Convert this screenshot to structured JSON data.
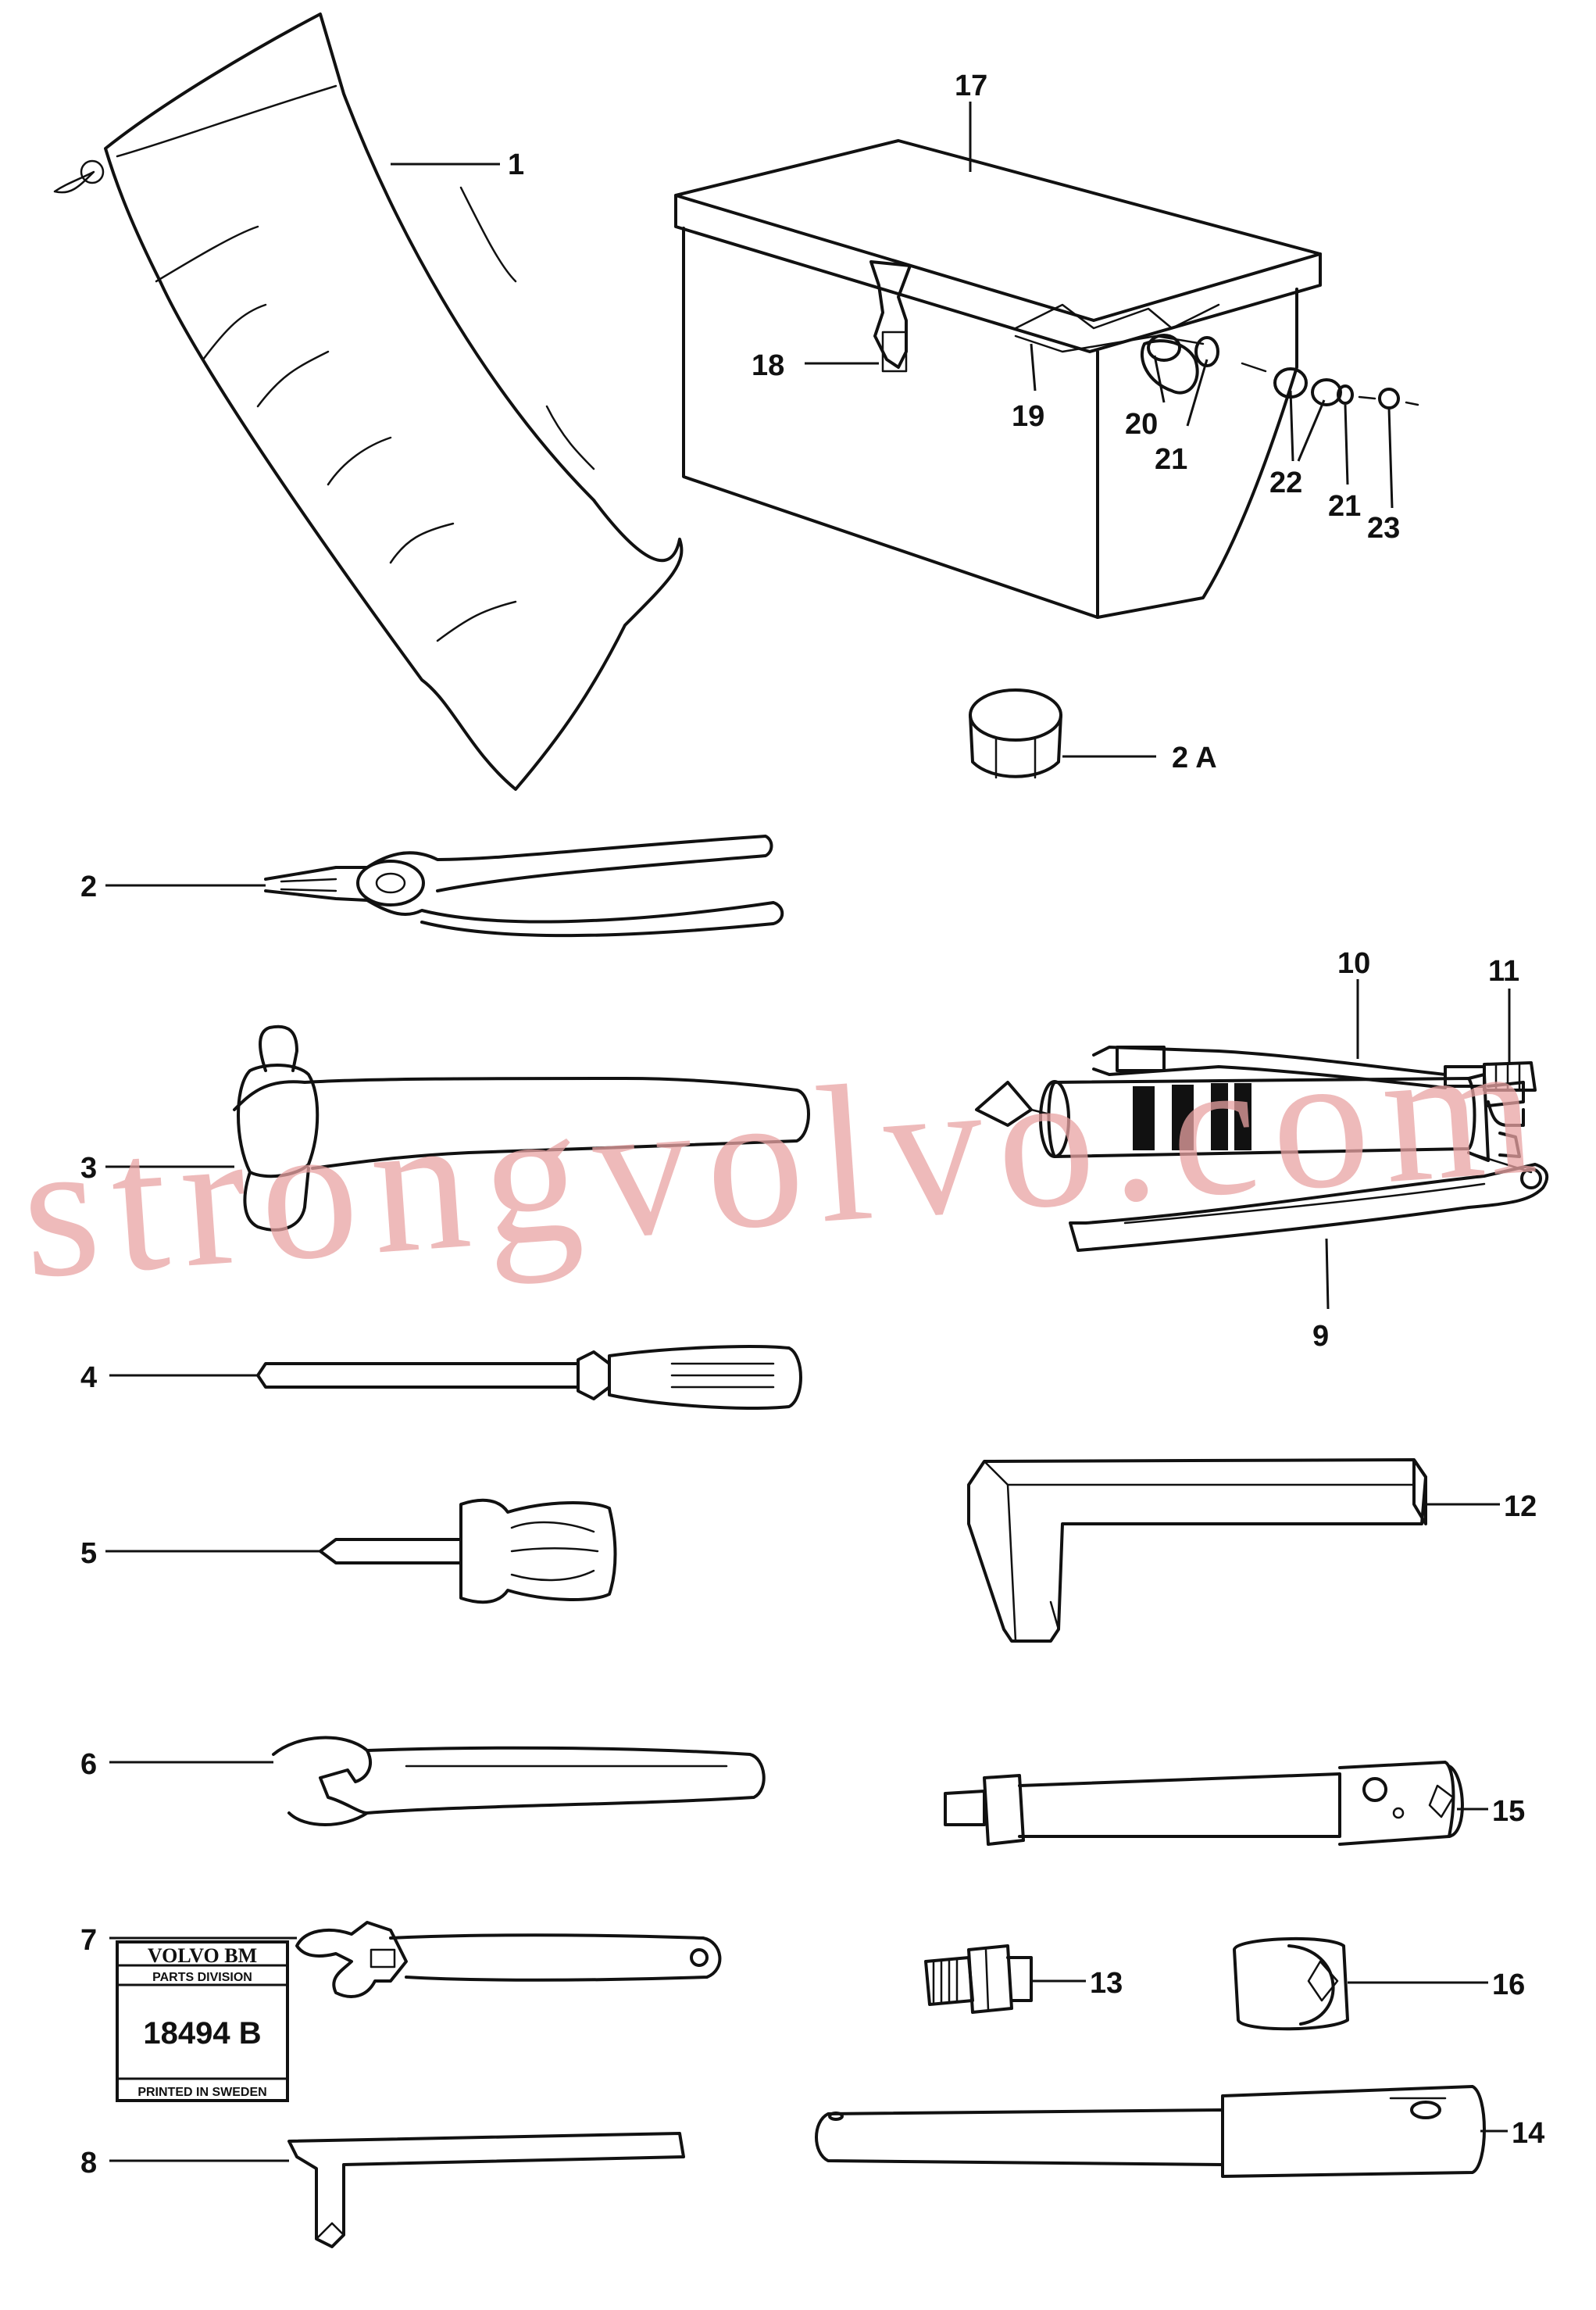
{
  "diagram": {
    "callouts": {
      "c1": "1",
      "c2": "2",
      "c2a": "2 A",
      "c3": "3",
      "c4": "4",
      "c5": "5",
      "c6": "6",
      "c7": "7",
      "c8": "8",
      "c9": "9",
      "c10": "10",
      "c11": "11",
      "c12": "12",
      "c13": "13",
      "c14": "14",
      "c15": "15",
      "c16": "16",
      "c17": "17",
      "c18": "18",
      "c19": "19",
      "c20": "20",
      "c21a": "21",
      "c21b": "21",
      "c22": "22",
      "c23": "23"
    },
    "badge": {
      "brand": "VOLVO BM",
      "division": "PARTS DIVISION",
      "number": "18494 B",
      "printed": "PRINTED IN SWEDEN"
    },
    "watermark": "strongvolvo.com",
    "colors": {
      "ink": "#111111",
      "watermark": "#e9a3a3",
      "paper": "#ffffff"
    }
  }
}
